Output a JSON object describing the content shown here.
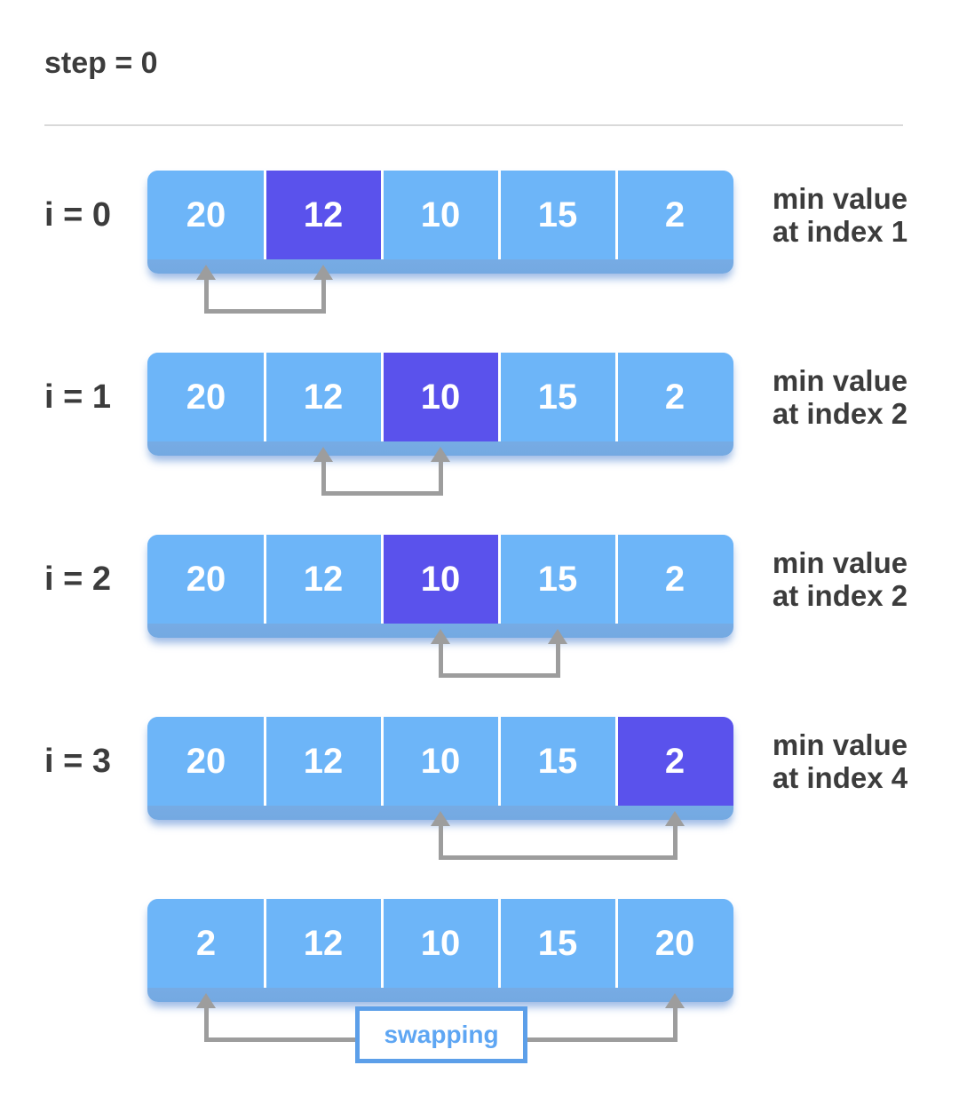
{
  "title": "step = 0",
  "colors": {
    "page_bg": "#ffffff",
    "cell": "#6db5f8",
    "strip_top": "#84b9f0",
    "strip_bottom": "#74a9e2",
    "highlight": "#5a52ec",
    "cell_text": "#ffffff",
    "text_dark": "#3c3c3c",
    "divider": "#d9d9d9",
    "arrow": "#9d9d9d",
    "swap_border": "#5c9fe9",
    "swap_text": "#5ea6f3"
  },
  "rows": [
    {
      "label": "i = 0",
      "values": [
        "20",
        "12",
        "10",
        "15",
        "2"
      ],
      "highlight_index": 1,
      "caption": [
        "min value",
        "at index 1"
      ],
      "arrow": {
        "from": 0,
        "to": 1
      }
    },
    {
      "label": "i = 1",
      "values": [
        "20",
        "12",
        "10",
        "15",
        "2"
      ],
      "highlight_index": 2,
      "caption": [
        "min value",
        "at index 2"
      ],
      "arrow": {
        "from": 1,
        "to": 2
      }
    },
    {
      "label": "i = 2",
      "values": [
        "20",
        "12",
        "10",
        "15",
        "2"
      ],
      "highlight_index": 2,
      "caption": [
        "min value",
        "at index 2"
      ],
      "arrow": {
        "from": 2,
        "to": 3
      }
    },
    {
      "label": "i = 3",
      "values": [
        "20",
        "12",
        "10",
        "15",
        "2"
      ],
      "highlight_index": 4,
      "caption": [
        "min value",
        "at index 4"
      ],
      "arrow": {
        "from": 2,
        "to": 4
      }
    },
    {
      "label": "",
      "values": [
        "2",
        "12",
        "10",
        "15",
        "20"
      ],
      "highlight_index": null,
      "caption": [],
      "arrow": {
        "from": 0,
        "to": 4
      },
      "swap_label": "swapping"
    }
  ]
}
